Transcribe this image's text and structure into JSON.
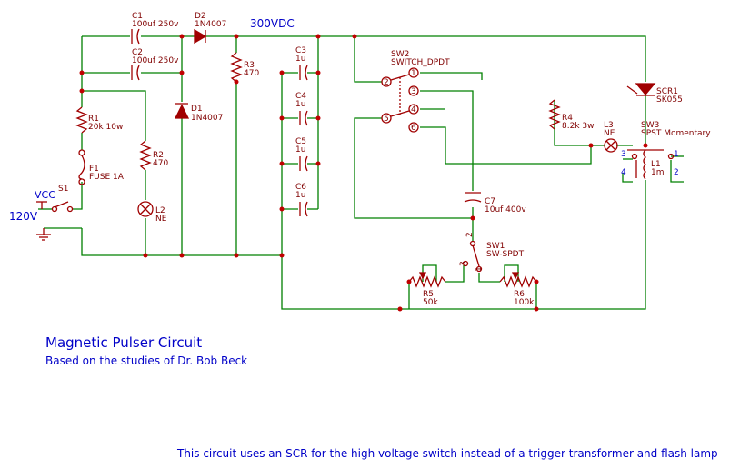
{
  "colors": {
    "wire": "#008000",
    "component": "#a00000",
    "label": "#800000",
    "net_label": "#0000c8",
    "junction": "#c00000"
  },
  "net_labels": {
    "hv": "300VDC",
    "vcc": "VCC",
    "mains": "120V"
  },
  "components": {
    "c1": {
      "ref": "C1",
      "value": "100uf 250v"
    },
    "c2": {
      "ref": "C2",
      "value": "100uf 250v"
    },
    "d2": {
      "ref": "D2",
      "value": "1N4007"
    },
    "d1": {
      "ref": "D1",
      "value": "1N4007"
    },
    "r3": {
      "ref": "R3",
      "value": "470"
    },
    "r1": {
      "ref": "R1",
      "value": "20k 10w"
    },
    "r2": {
      "ref": "R2",
      "value": "470"
    },
    "f1": {
      "ref": "F1",
      "value": "FUSE 1A"
    },
    "s1": {
      "ref": "S1"
    },
    "l2": {
      "ref": "L2",
      "value": "NE"
    },
    "c3": {
      "ref": "C3",
      "value": "1u"
    },
    "c4": {
      "ref": "C4",
      "value": "1u"
    },
    "c5": {
      "ref": "C5",
      "value": "1u"
    },
    "c6": {
      "ref": "C6",
      "value": "1u"
    },
    "sw2": {
      "ref": "SW2",
      "value": "SWITCH_DPDT",
      "pins": [
        "1",
        "2",
        "3",
        "4",
        "5",
        "6"
      ]
    },
    "r4": {
      "ref": "R4",
      "value": "8.2k 3w"
    },
    "l3": {
      "ref": "L3",
      "value": "NE"
    },
    "scr1": {
      "ref": "SCR1",
      "value": "SK055"
    },
    "sw3": {
      "ref": "SW3",
      "value": "SPST Momentary",
      "pins": [
        "1",
        "2",
        "3",
        "4"
      ]
    },
    "l1": {
      "ref": "L1",
      "value": "1m"
    },
    "c7": {
      "ref": "C7",
      "value": "10uf 400v"
    },
    "sw1": {
      "ref": "SW1",
      "value": "SW-SPDT",
      "pins": [
        "1",
        "2",
        "3"
      ]
    },
    "r5": {
      "ref": "R5",
      "value": "50k"
    },
    "r6": {
      "ref": "R6",
      "value": "100k"
    }
  },
  "title": "Magnetic Pulser Circuit",
  "subtitle": "Based on the studies of Dr. Bob Beck",
  "note": "This circuit uses an SCR for the high voltage switch instead of a trigger transformer and flash lamp"
}
